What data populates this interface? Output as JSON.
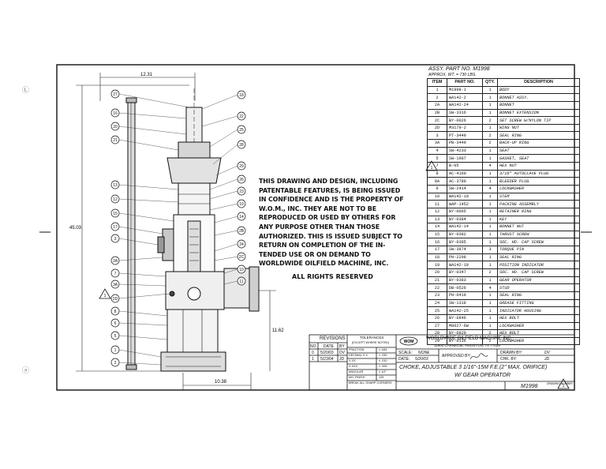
{
  "assy": {
    "part": "ASSY. PART NO. M1998",
    "weight": "APPROX. WT. = 730 LBS."
  },
  "bom_headers": [
    "ITEM",
    "PART NO.",
    "QTY.",
    "DESCRIPTION"
  ],
  "bom": [
    [
      "1",
      "M1998-1",
      "1",
      "BODY"
    ],
    [
      "2",
      "WA142-2",
      "1",
      "BONNET ASSY."
    ],
    [
      "2A",
      "WA142-24",
      "1",
      "BONNET"
    ],
    [
      "2B",
      "SW-3316",
      "1",
      "BONNET EXTENSION"
    ],
    [
      "2C",
      "BY-0026",
      "2",
      "SET SCREW W/NYLON TIP"
    ],
    [
      "2D",
      "M3179-2",
      "1",
      "WING NUT"
    ],
    [
      "3",
      "PT-3449",
      "2",
      "SEAL RING"
    ],
    [
      "3A",
      "PB-3449",
      "2",
      "BACK-UP RING"
    ],
    [
      "4",
      "SW-4233",
      "1",
      "SEAT"
    ],
    [
      "5",
      "SW-1987",
      "1",
      "GASKET, SEAT"
    ],
    [
      "7",
      "B-05",
      "4",
      "HEX NUT"
    ],
    [
      "8",
      "AC-4160",
      "1",
      "3/16\" AUTOCLAVE PLUG"
    ],
    [
      "8A",
      "AC-3780",
      "1",
      "BLEEDER PLUG"
    ],
    [
      "9",
      "SW-2414",
      "4",
      "LOCKWASHER"
    ],
    [
      "10",
      "WA142-10",
      "1",
      "STEM"
    ],
    [
      "11",
      "WAP-1452",
      "1",
      "PACKING ASSEMBLY"
    ],
    [
      "12",
      "BY-0065",
      "1",
      "RETAINER RING"
    ],
    [
      "13",
      "BY-0384",
      "1",
      "KEY"
    ],
    [
      "14",
      "WA142-14",
      "1",
      "BONNET NUT"
    ],
    [
      "15",
      "BY-0382",
      "1",
      "THRUST SCREW"
    ],
    [
      "16",
      "BY-0385",
      "1",
      "SOC. HD. CAP SCREW"
    ],
    [
      "17",
      "SW-3874",
      "3",
      "TORQUE PIN"
    ],
    [
      "18",
      "PH-2298",
      "1",
      "SEAL RING"
    ],
    [
      "19",
      "WA142-19",
      "1",
      "POSITION INDICATOR"
    ],
    [
      "20",
      "BY-0347",
      "2",
      "SOC. HD. CAP SCREW"
    ],
    [
      "21",
      "BY-0383",
      "1",
      "GEAR OPERATOR"
    ],
    [
      "22",
      "DB-0526",
      "4",
      "STUD"
    ],
    [
      "23",
      "PH-0419",
      "1",
      "SEAL RING"
    ],
    [
      "24",
      "SW-1318",
      "1",
      "GREASE FITTING"
    ],
    [
      "25",
      "WA142-25",
      "1",
      "INDICATOR HOUSING"
    ],
    [
      "26",
      "BY-0846",
      "1",
      "HEX BOLT"
    ],
    [
      "27",
      "M0027-6W",
      "1",
      "LOCKWASHER"
    ],
    [
      "28",
      "BY-0820",
      "2",
      "HEX BOLT"
    ],
    [
      "29",
      "BY-0116",
      "2",
      "LOCKWASHER"
    ]
  ],
  "notice": [
    "THIS DRAWING AND DESIGN, INCLUDING",
    "PATENTABLE FEATURES, IS BEING ISSUED",
    "IN CONFIDENCE AND IS THE PROPERTY OF",
    "W.O.M., INC. THEY ARE NOT TO BE",
    "REPRODUCED OR USED BY OTHERS FOR",
    "ANY PURPOSE OTHER THAN THOSE",
    "AUTHORIZED. THIS IS ISSUED SUBJECT TO",
    "RETURN ON COMPLETION OF THE IN-",
    "TENDED USE OR ON DEMAND TO",
    "WORLDWIDE OILFIELD MACHINE, INC."
  ],
  "rights": "ALL RIGHTS RESERVED",
  "dimensions": {
    "top": "12.31",
    "height": "45.03",
    "lower": "11.62",
    "bottom": "10.38"
  },
  "revisions": {
    "title": "REVISIONS",
    "headers": [
      "NO.",
      "DATE",
      "BY"
    ],
    "rows": [
      [
        "0",
        "5/20/03",
        "DV"
      ],
      [
        "1",
        "5/23/04",
        "JD"
      ]
    ]
  },
  "tolerances": {
    "title": "TOLERANCES",
    "subtitle": "(EXCEPT WHERE NOTED)",
    "rows": [
      [
        "FRACTION",
        "± 1/64"
      ],
      [
        "DECIMAL X.X",
        "± .030"
      ],
      [
        "X.XX",
        "± .010"
      ],
      [
        "X.XXX",
        "± .005"
      ],
      [
        "ANGULAR",
        "± 1/2°"
      ],
      [
        "M/C FINISH",
        "125"
      ],
      [
        "BREAK ALL SHARP CORNERS",
        ""
      ]
    ]
  },
  "company": {
    "logo": "WOM",
    "name": "WORLDWIDE OILFIELD MACHINE INC.",
    "address": "11900 CARNEGIE, HOUSTON, TX 77029"
  },
  "title_block": {
    "scale_label": "SCALE:",
    "scale": "NONE",
    "date_label": "DATE:",
    "date": "5/20/03",
    "approved_label": "APPROVED BY:",
    "drawn_label": "DRAWN BY:",
    "drawn": "DV",
    "chk_label": "CHK. BY:",
    "chk": "JD",
    "description": "CHOKE, ADJUSTABLE 3 1/16\"-15M F.E.(2\" MAX. ORIFICE)",
    "description2": "W/ GEAR OPERATOR",
    "drawing_no_label": "DRAWING NUMBER",
    "drawing_no": "M1998",
    "rev": "1"
  },
  "balloons": [
    "27",
    "16",
    "20",
    "21",
    "18",
    "22",
    "25",
    "28",
    "29",
    "13",
    "12",
    "26",
    "23",
    "15",
    "17",
    "19",
    "14",
    "2B",
    "24",
    "3",
    "2A",
    "7",
    "3A",
    "2C",
    "10",
    "11",
    "2D",
    "8",
    "6",
    "5",
    "1",
    "2"
  ],
  "margin_marks": [
    "Ⓛ",
    "ⓐ"
  ]
}
